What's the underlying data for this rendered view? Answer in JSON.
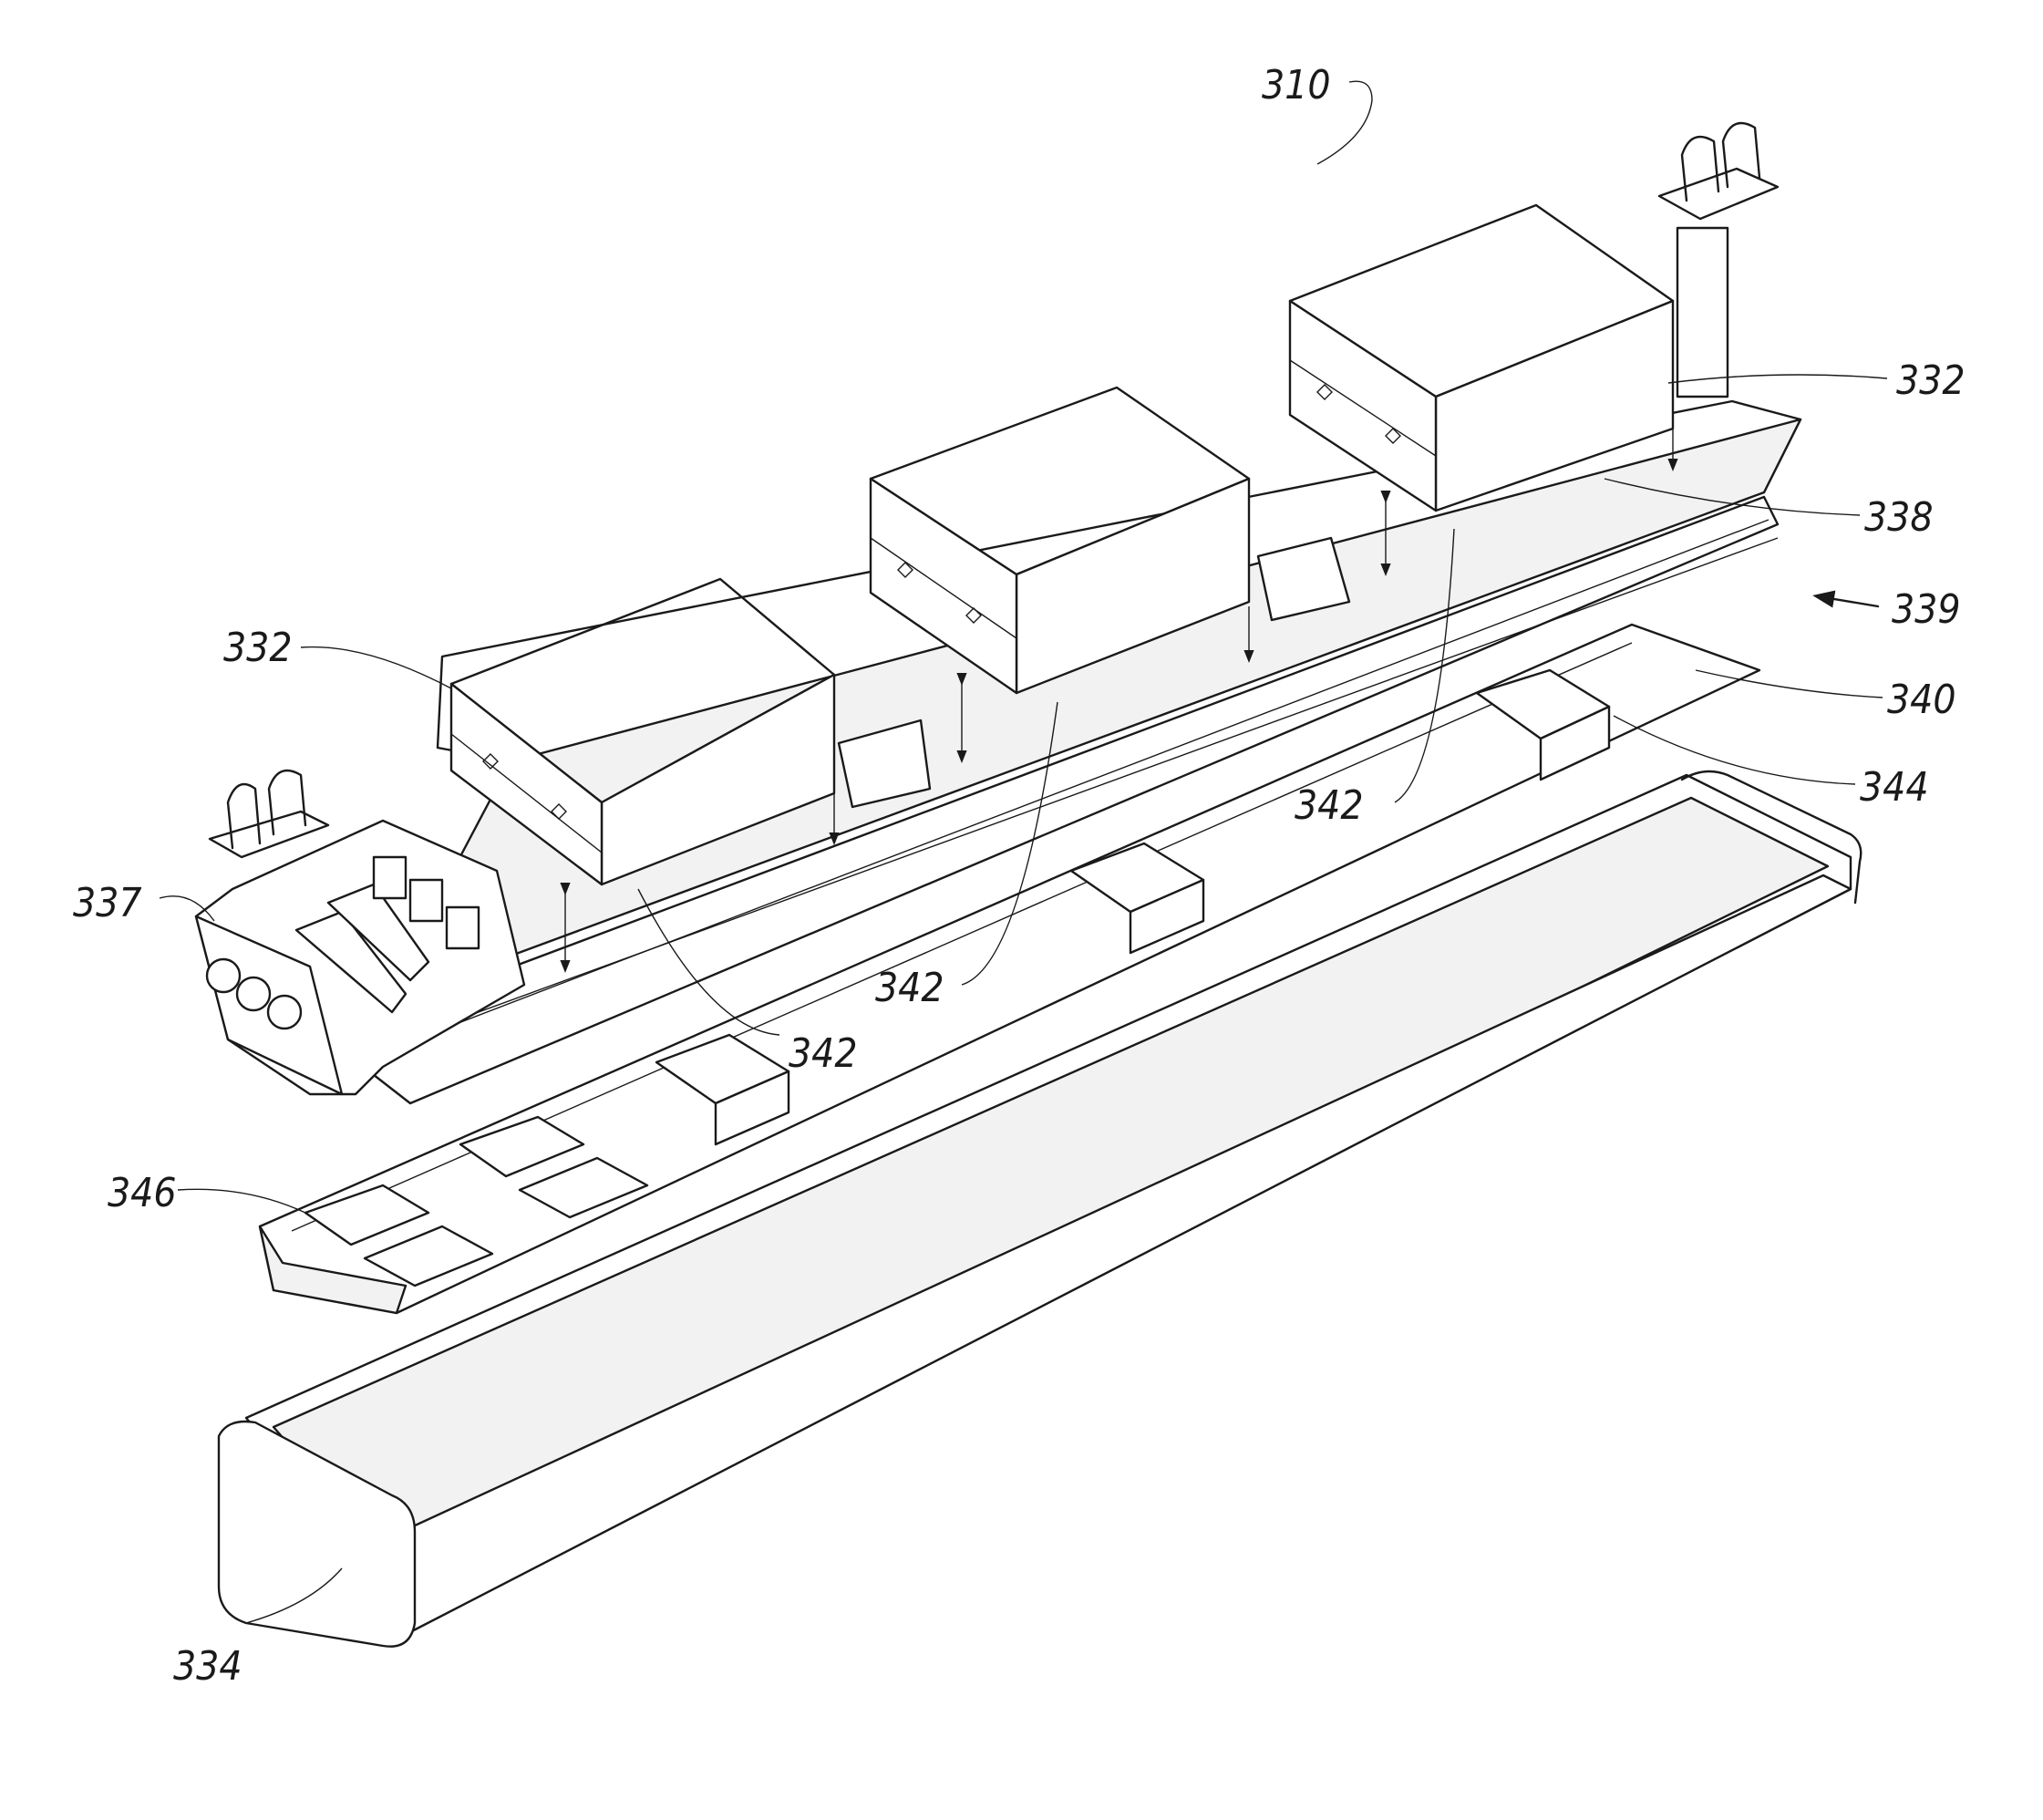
{
  "figure": {
    "ref_assembly": "310",
    "labels": {
      "heat_sink_left": "332",
      "heat_sink_right": "332",
      "lens_housing": "334",
      "end_cap": "337",
      "mount_plate": "338",
      "direction": "339",
      "led_board": "340",
      "fastener_left": "342",
      "fastener_middle": "342",
      "fastener_right": "342",
      "led_module": "344",
      "driver": "346"
    }
  }
}
